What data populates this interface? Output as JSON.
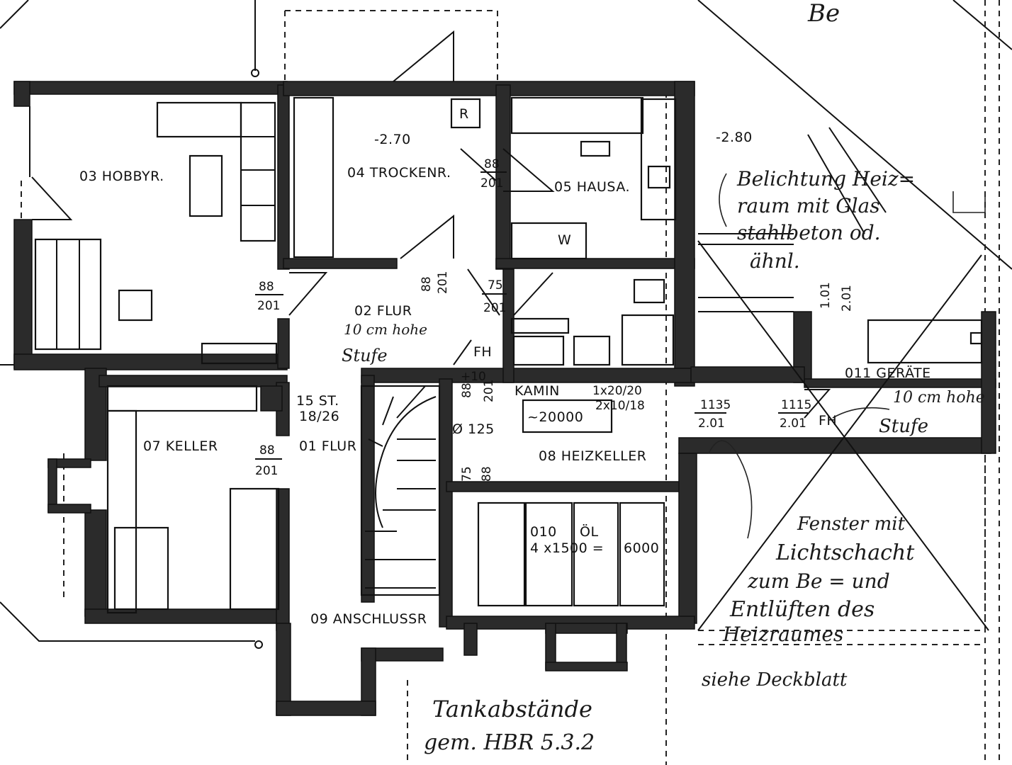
{
  "rooms": {
    "hobby": "03 HOBBYR.",
    "trocken": "04 TROCKENR.",
    "hausa": "05 HAUSA.",
    "flur02": "02 FLUR",
    "keller": "07 KELLER",
    "flur01": "01 FLUR",
    "heizkeller": "08 HEIZKELLER",
    "oel_room": "010",
    "oel_label": "ÖL",
    "oel_formula": "4 x1500 =",
    "oel_total": "6000",
    "anschluss": "09 ANSCHLUSSR",
    "geraete": "011 GERÄTE",
    "kamin": "KAMIN"
  },
  "levels": {
    "trocken_level": "-2.70",
    "outside_level": "-2.80"
  },
  "marks": {
    "r_symbol": "R",
    "w_symbol": "W",
    "fh_1": "FH",
    "fh_2": "FH",
    "stairs": "15 ST.",
    "stairs_ratio": "18/26",
    "pipe": "Ø 125",
    "chimney_size": "~20000",
    "chimney_dim1": "1x20/20",
    "chimney_dim2": "2x10/18",
    "plus10": "+10"
  },
  "door_dims": {
    "d_hobby_top": "88",
    "d_hobby_bot": "201",
    "d_trocken_top": "88",
    "d_trocken_bot": "201",
    "d_flur_top": "75",
    "d_flur_bot": "201",
    "d_keller_top": "88",
    "d_keller_bot": "201",
    "d_v1": "88",
    "d_v2": "201",
    "d_v3": "88",
    "d_v4": "201",
    "d_v5": "75",
    "d_v6": "88",
    "d_v7": "1.01",
    "d_v8": "2.01",
    "d_heiz_top": "1135",
    "d_heiz_bot": "2.01",
    "d_ger_top": "1115",
    "d_ger_bot": "2.01"
  },
  "handwriting": {
    "note1_l1": "Belichtung Heiz=",
    "note1_l2": "raum mit Glas",
    "note1_l3": "stahlbeton od.",
    "note1_l4": "ähnl.",
    "flur_step_l1": "10 cm hohe",
    "flur_step_l2": "Stufe",
    "ger_step_l1": "10 cm hohe",
    "ger_step_l2": "Stufe",
    "window_l1": "Fenster mit",
    "window_l2": "Lichtschacht",
    "window_l3": "zum Be = und",
    "window_l4": "Entlüften des",
    "window_l5": "Heizraumes",
    "see_cover": "siehe Deckblatt",
    "tank_l1": "Tankabstände",
    "tank_l2": "gem. HBR 5.3.2",
    "corner": "Be"
  }
}
